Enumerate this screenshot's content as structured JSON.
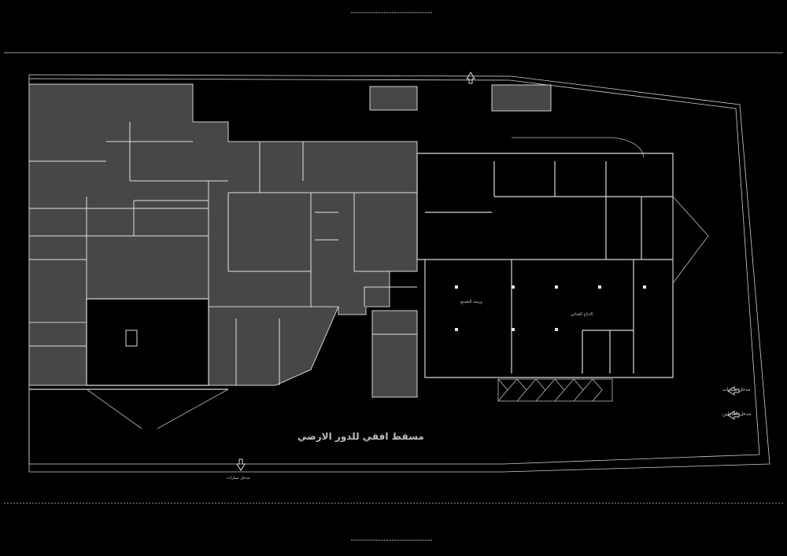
{
  "drawing": {
    "title": "مسقط افقي للدور الارضي",
    "entrances": {
      "cars": "مدخل سيارات",
      "staff": "مدخل العاملين",
      "bottom": "مدخل سيارات"
    },
    "rooms": [
      "ورشة التصنيع",
      "الانتاج الغذائي"
    ],
    "colors": {
      "background": "#000000",
      "fill": "#474747",
      "line": "#d8d8d8"
    }
  }
}
